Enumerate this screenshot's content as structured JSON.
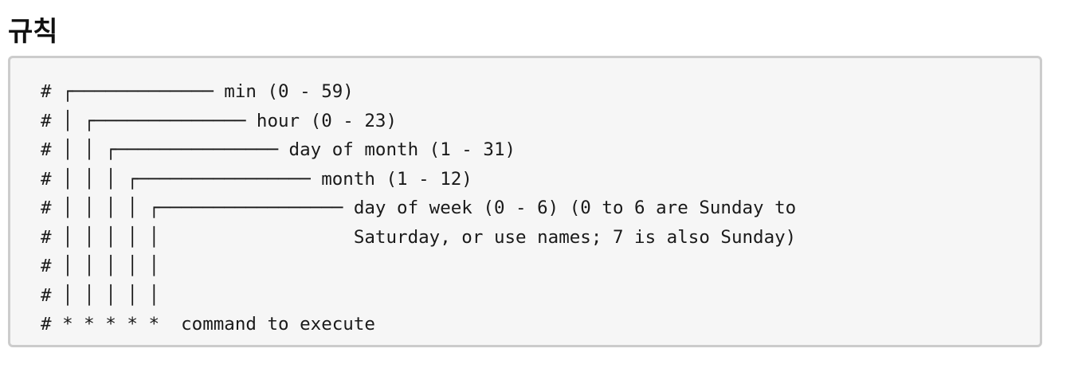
{
  "heading": "규칙",
  "code_lines": [
    "# ┌───────────── min (0 - 59)",
    "# │ ┌────────────── hour (0 - 23)",
    "# │ │ ┌─────────────── day of month (1 - 31)",
    "# │ │ │ ┌──────────────── month (1 - 12)",
    "# │ │ │ │ ┌───────────────── day of week (0 - 6) (0 to 6 are Sunday to",
    "# │ │ │ │ │                  Saturday, or use names; 7 is also Sunday)",
    "# │ │ │ │ │",
    "# │ │ │ │ │",
    "# * * * * *  command to execute"
  ]
}
